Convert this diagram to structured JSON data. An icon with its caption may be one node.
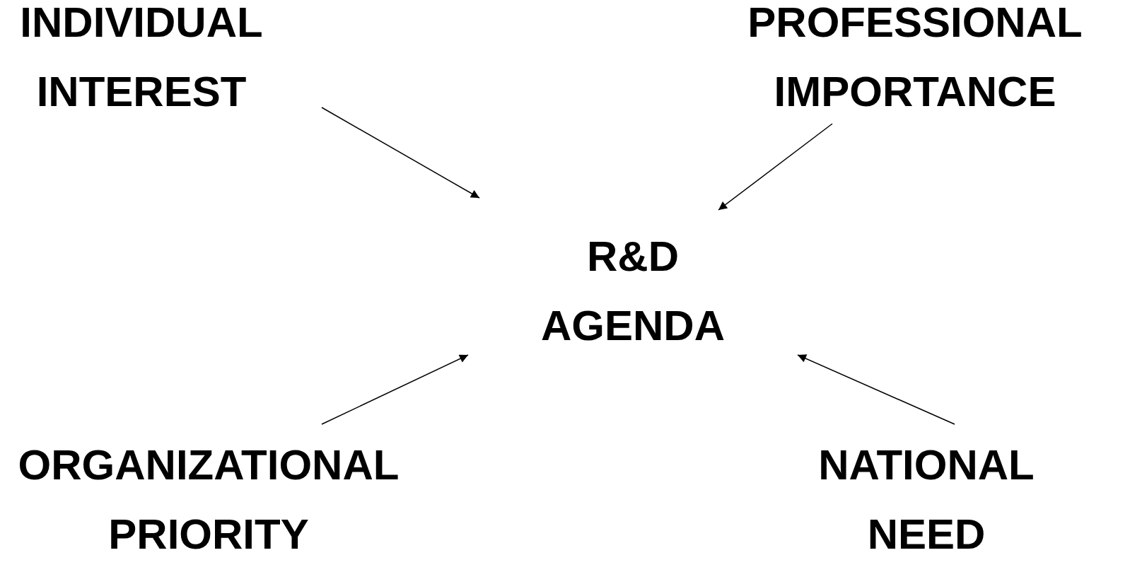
{
  "diagram": {
    "nodes": [
      {
        "text": [
          "INDIVIDUAL INTEREST"
        ]
      },
      {
        "text": [
          "PROFESSIONAL IMPORTANCE"
        ]
      },
      {
        "text": [
          "R&D AGENDA"
        ]
      },
      {
        "text": [
          "ORGANIZATIONAL PRIORITY"
        ]
      },
      {
        "text": [
          "NATIONAL NEED"
        ]
      }
    ],
    "edges": [
      {
        "from": 0,
        "to": 2,
        "arrow": "to"
      },
      {
        "from": 1,
        "to": 2,
        "arrow": "to"
      },
      {
        "from": 3,
        "to": 2,
        "arrow": "to"
      },
      {
        "from": 4,
        "to": 2,
        "arrow": "to"
      }
    ]
  }
}
